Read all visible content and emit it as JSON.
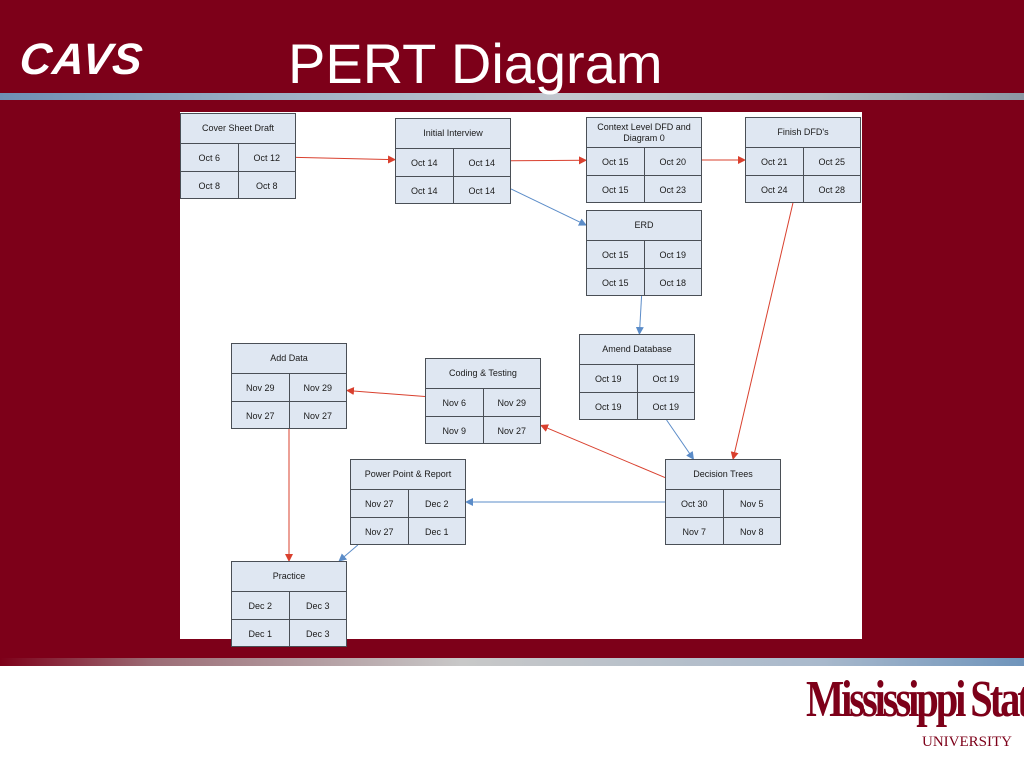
{
  "slide": {
    "logo_text": "CAVS",
    "title": "PERT Diagram",
    "university_name": "Mississippi State",
    "university_subtitle": "UNIVERSITY"
  },
  "colors": {
    "slide_background": "#7d0019",
    "node_fill": "#dfe7f2",
    "critical_arrow": "#d9402e",
    "normal_arrow": "#5b8cc8"
  },
  "nodes": [
    {
      "id": "cover",
      "name": "Cover Sheet Draft",
      "row1": [
        "Oct 6",
        "Oct 12"
      ],
      "row2": [
        "Oct 8",
        "Oct 8"
      ]
    },
    {
      "id": "interview",
      "name": "Initial Interview",
      "row1": [
        "Oct 14",
        "Oct 14"
      ],
      "row2": [
        "Oct 14",
        "Oct 14"
      ]
    },
    {
      "id": "context",
      "name": "Context Level DFD and Diagram 0",
      "row1": [
        "Oct 15",
        "Oct 20"
      ],
      "row2": [
        "Oct 15",
        "Oct 23"
      ]
    },
    {
      "id": "finish",
      "name": "Finish DFD's",
      "row1": [
        "Oct 21",
        "Oct 25"
      ],
      "row2": [
        "Oct 24",
        "Oct 28"
      ]
    },
    {
      "id": "erd",
      "name": "ERD",
      "row1": [
        "Oct 15",
        "Oct 19"
      ],
      "row2": [
        "Oct 15",
        "Oct 18"
      ]
    },
    {
      "id": "amend",
      "name": "Amend Database",
      "row1": [
        "Oct 19",
        "Oct 19"
      ],
      "row2": [
        "Oct 19",
        "Oct 19"
      ]
    },
    {
      "id": "adddata",
      "name": "Add Data",
      "row1": [
        "Nov 29",
        "Nov 29"
      ],
      "row2": [
        "Nov 27",
        "Nov 27"
      ]
    },
    {
      "id": "coding",
      "name": "Coding & Testing",
      "row1": [
        "Nov 6",
        "Nov 29"
      ],
      "row2": [
        "Nov 9",
        "Nov 27"
      ]
    },
    {
      "id": "decision",
      "name": "Decision Trees",
      "row1": [
        "Oct 30",
        "Nov 5"
      ],
      "row2": [
        "Nov 7",
        "Nov 8"
      ]
    },
    {
      "id": "ppt",
      "name": "Power Point & Report",
      "row1": [
        "Nov 27",
        "Dec 2"
      ],
      "row2": [
        "Nov 27",
        "Dec 1"
      ]
    },
    {
      "id": "practice",
      "name": "Practice",
      "row1": [
        "Dec 2",
        "Dec 3"
      ],
      "row2": [
        "Dec 1",
        "Dec 3"
      ]
    }
  ],
  "edges": [
    {
      "from": "cover",
      "to": "interview",
      "kind": "critical"
    },
    {
      "from": "interview",
      "to": "context",
      "kind": "critical"
    },
    {
      "from": "context",
      "to": "finish",
      "kind": "critical"
    },
    {
      "from": "interview",
      "to": "erd",
      "kind": "normal"
    },
    {
      "from": "erd",
      "to": "amend",
      "kind": "normal"
    },
    {
      "from": "amend",
      "to": "decision",
      "kind": "normal"
    },
    {
      "from": "finish",
      "to": "decision",
      "kind": "critical"
    },
    {
      "from": "decision",
      "to": "coding",
      "kind": "critical"
    },
    {
      "from": "decision",
      "to": "ppt",
      "kind": "normal"
    },
    {
      "from": "coding",
      "to": "adddata",
      "kind": "critical"
    },
    {
      "from": "adddata",
      "to": "practice",
      "kind": "critical"
    },
    {
      "from": "ppt",
      "to": "practice",
      "kind": "normal"
    }
  ]
}
